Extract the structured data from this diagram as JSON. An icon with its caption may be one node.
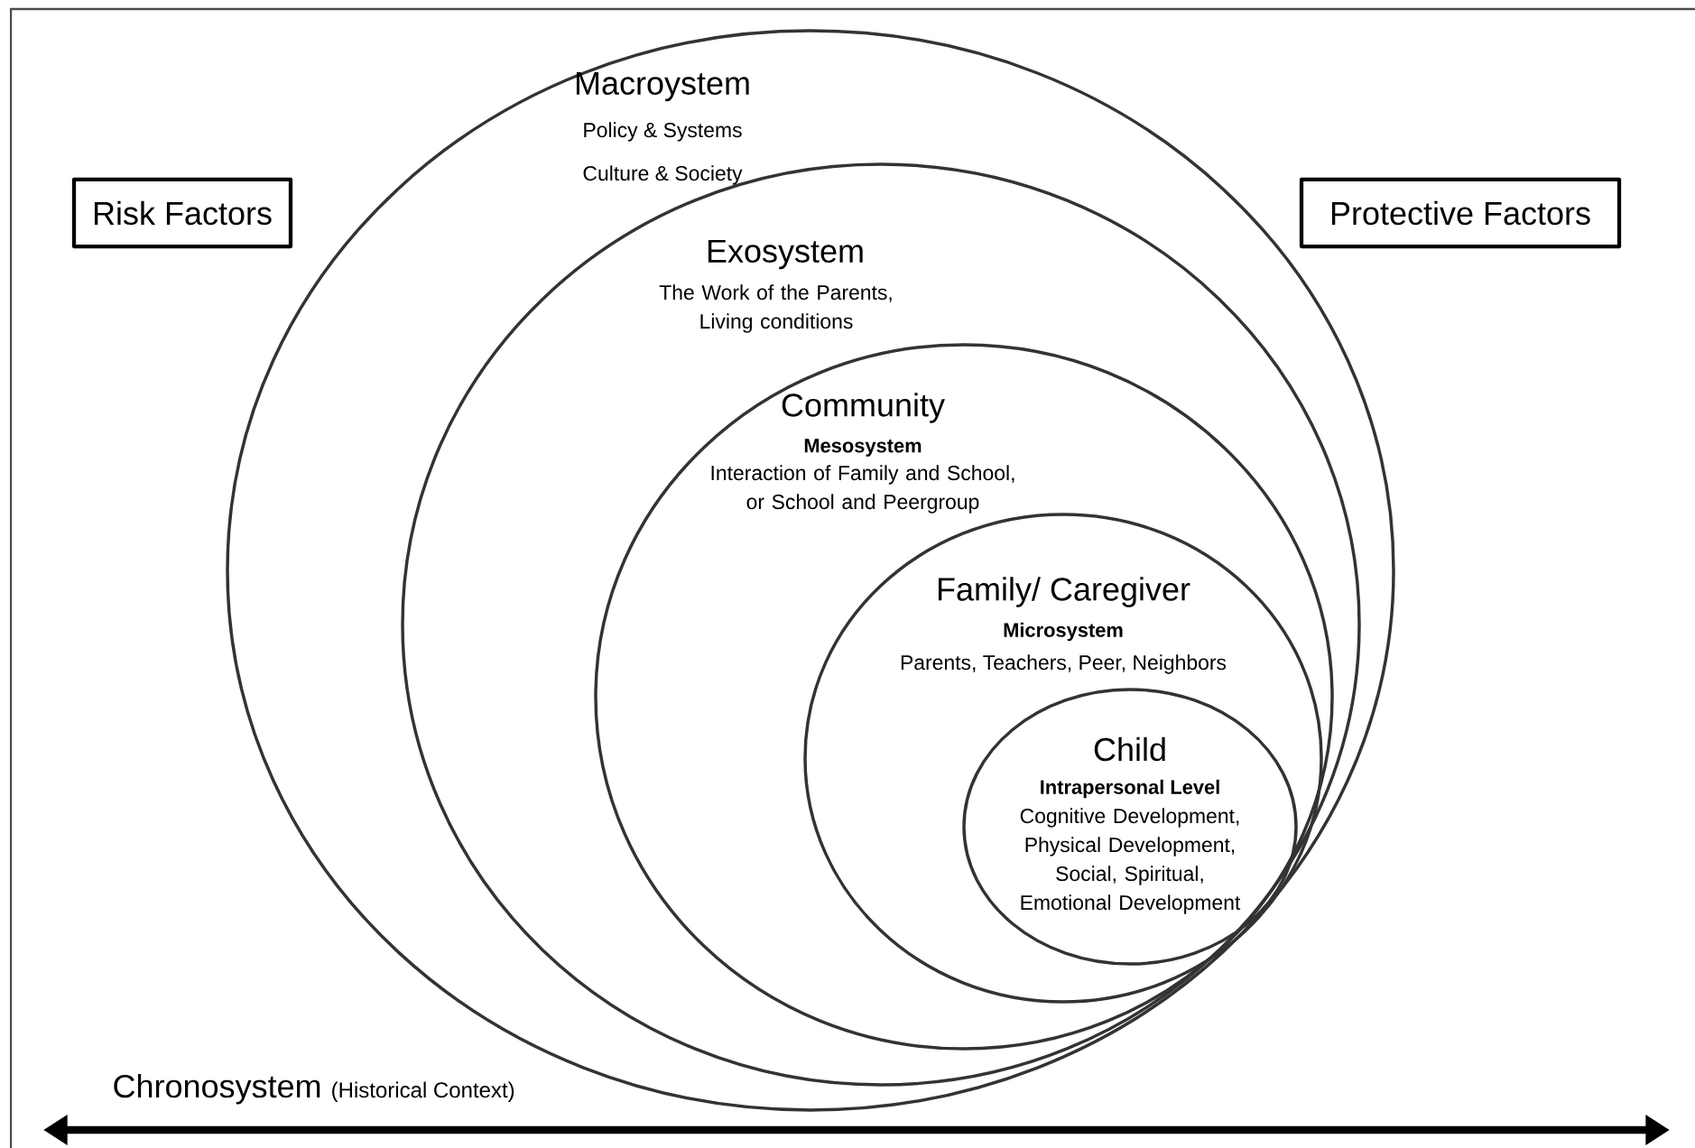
{
  "diagram": {
    "nodes": [
      {
        "text": [
          "Risk Factors"
        ]
      },
      {
        "text": [
          "Protective Factors"
        ]
      },
      {
        "text": [
          "Macroystem",
          "Policy & Systems",
          "Culture & Society"
        ]
      },
      {
        "text": [
          "Exosystem",
          "The Work of the Parents, Living conditions"
        ],
        "in": 2
      },
      {
        "text": [
          "Community",
          "Mesosystem",
          "Interaction of Family and School, or School and Peergroup"
        ],
        "in": 3
      },
      {
        "text": [
          "Family/ Caregiver",
          "Microsystem",
          "Parents, Teachers, Peer, Neighbors"
        ],
        "in": 4
      },
      {
        "text": [
          "Child",
          "Intrapersonal Level",
          "Cognitive Development, Physical Development, Social, Spiritual, Emotional Development"
        ],
        "in": 5
      }
    ],
    "labels": [
      "Chronosystem",
      "(Historical Context)"
    ]
  }
}
